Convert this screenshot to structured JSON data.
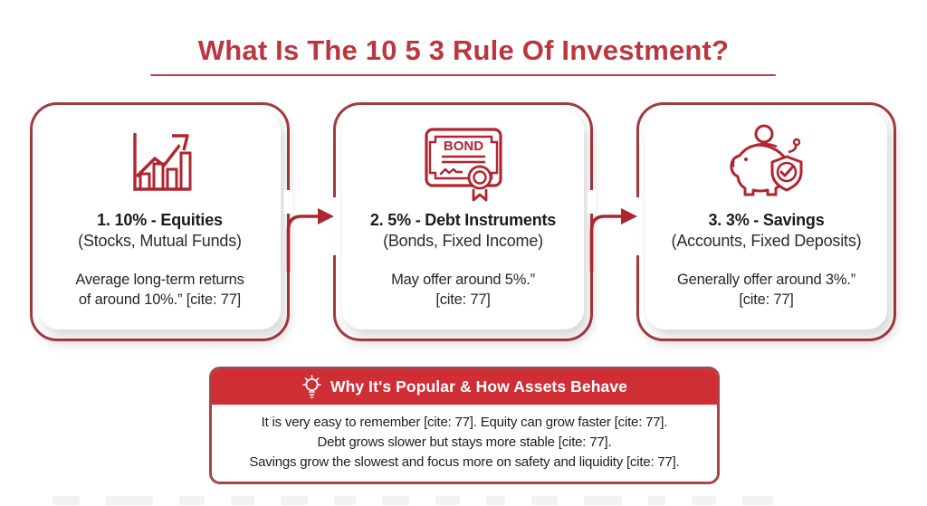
{
  "title": "What Is The 10 5 3 Rule Of Investment?",
  "colors": {
    "title_red": "#bb3740",
    "card_border_red": "#a43a40",
    "banner_red": "#cf2e35",
    "icon_red": "#b0252f",
    "text_dark": "#1c1c1c"
  },
  "cards": [
    {
      "icon": "growth-bar-chart-icon",
      "heading": "1. 10% - Equities",
      "subheading": "(Stocks, Mutual Funds)",
      "body_line1": "Average long-term returns",
      "body_line2": "of around 10%.” [cite: 77]"
    },
    {
      "icon": "bond-certificate-icon",
      "heading": "2. 5% - Debt Instruments",
      "subheading": "(Bonds, Fixed Income)",
      "body_line1": "May offer around 5%.”",
      "body_line2": "[cite: 77]"
    },
    {
      "icon": "piggy-bank-shield-icon",
      "heading": "3. 3% - Savings",
      "subheading": "(Accounts, Fixed Deposits)",
      "body_line1": "Generally offer around 3%.”",
      "body_line2": "[cite: 77]"
    }
  ],
  "bond_icon_label": "BOND",
  "banner": {
    "icon": "lightbulb-icon",
    "heading": "Why It's Popular & How Assets Behave",
    "line1": "It is very easy to remember [cite: 77]. Equity can grow faster [cite: 77].",
    "line2": "Debt grows slower but stays more stable [cite: 77].",
    "line3": "Savings grow the slowest and focus more on safety and liquidity [cite: 77]."
  }
}
